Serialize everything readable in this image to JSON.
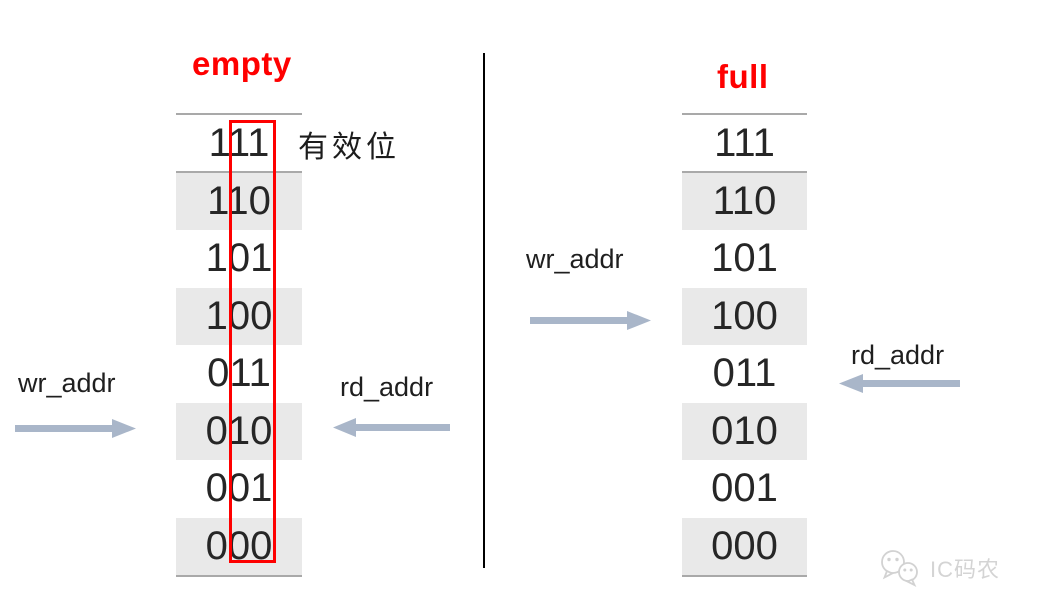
{
  "colors": {
    "title_red": "#ff0000",
    "highlight_box_red": "#fe0000",
    "arrow_fill": "#a9b6c9",
    "row_shaded_gray": "#e9e9e9",
    "table_line_gray": "#a9a9a9",
    "text_dark": "#262626",
    "watermark_gray": "#d2d2d2"
  },
  "empty_diagram": {
    "title": "empty",
    "address_rows": [
      "111",
      "110",
      "101",
      "100",
      "011",
      "010",
      "001",
      "000"
    ],
    "valid_bit_label": "有效位",
    "write_pointer_label": "wr_addr",
    "read_pointer_label": "rd_addr"
  },
  "full_diagram": {
    "title": "full",
    "address_rows": [
      "111",
      "110",
      "101",
      "100",
      "011",
      "010",
      "001",
      "000"
    ],
    "write_pointer_label": "wr_addr",
    "read_pointer_label": "rd_addr"
  },
  "watermark": {
    "label": "IC码农"
  }
}
